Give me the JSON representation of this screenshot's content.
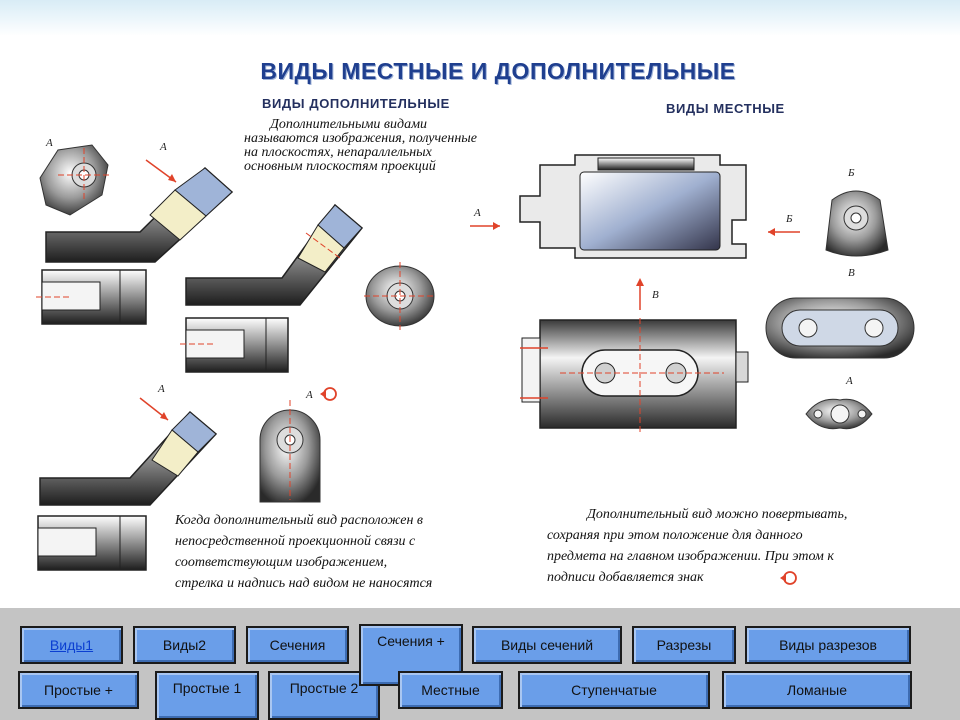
{
  "title": "ВИДЫ МЕСТНЫЕ И ДОПОЛНИТЕЛЬНЫЕ",
  "headings": {
    "additional": "ВИДЫ ДОПОЛНИТЕЛЬНЫЕ",
    "local": "ВИДЫ МЕСТНЫЕ"
  },
  "definition": {
    "line1": "Дополнительными видами",
    "line2": "называются изображения, полученные",
    "line3": "на плоскостях, непараллельных",
    "line4": "основным плоскостям проекций"
  },
  "note_projection": {
    "line1": "Когда дополнительный вид расположен в",
    "line2": "непосредственной  проекционной связи с",
    "line3": "соответствующим изображением,",
    "line4": "стрелка и надпись над видом не наносятся"
  },
  "note_rotate": {
    "line1": "Дополнительный вид можно повертывать,",
    "line2": "сохраняя при этом положение для данного",
    "line3": "предмета на главном изображении. При этом к",
    "line4": "подписи добавляется знак"
  },
  "view_labels": {
    "a": "А",
    "b": "Б",
    "v": "В"
  },
  "nav": {
    "views1": "Виды1",
    "views2": "Виды2",
    "sections": "Сечения",
    "sections_plus": "Сечения +",
    "section_types": "Виды сечений",
    "cuts": "Разрезы",
    "cut_types": "Виды разрезов",
    "simple_plus": "Простые +",
    "simple1": "Простые 1",
    "simple2": "Простые 2",
    "local": "Местные",
    "stepped": "Ступенчатые",
    "broken": "Ломаные"
  },
  "colors": {
    "title": "#1f3f8f",
    "button": "#6a9ee9",
    "nav_bar": "#c4c4c4",
    "axis_lines": "#e0432a"
  }
}
